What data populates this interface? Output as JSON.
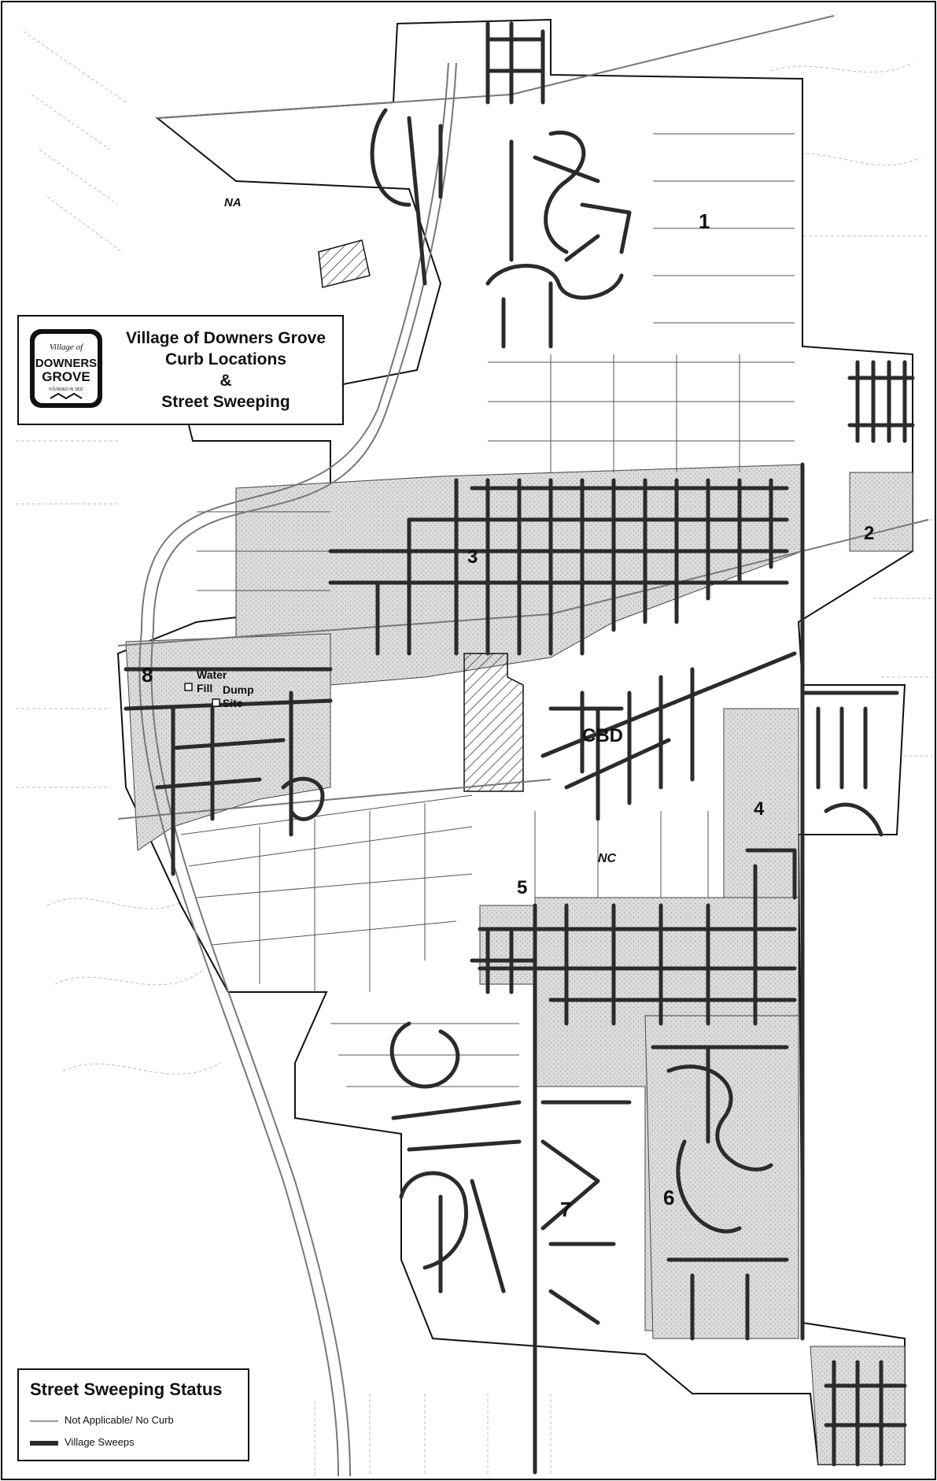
{
  "title": {
    "line1": "Village of Downers Grove",
    "line2": "Curb Locations",
    "line3": "&",
    "line4": "Street Sweeping"
  },
  "logo": {
    "top": "Village of",
    "name1": "DOWNERS",
    "name2": "GROVE",
    "tagline": "FOUNDED IN 1832"
  },
  "legend": {
    "title": "Street Sweeping Status",
    "items": [
      {
        "label": "Not Applicable/ No Curb",
        "style": "thin-line"
      },
      {
        "label": "Village Sweeps",
        "style": "thick-line"
      }
    ]
  },
  "districts": [
    {
      "label": "1"
    },
    {
      "label": "2"
    },
    {
      "label": "3"
    },
    {
      "label": "4"
    },
    {
      "label": "5"
    },
    {
      "label": "6"
    },
    {
      "label": "7"
    },
    {
      "label": "8"
    }
  ],
  "areas": {
    "na": "NA",
    "cbd": "CBD",
    "nc": "NC",
    "water": "Water",
    "fill": "Fill",
    "dump": "Dump",
    "site": "Site"
  },
  "colors": {
    "shade": "#d9d9d9",
    "sweep_line": "#2b2b2b",
    "thin_line": "#555555",
    "outline": "#111111"
  }
}
